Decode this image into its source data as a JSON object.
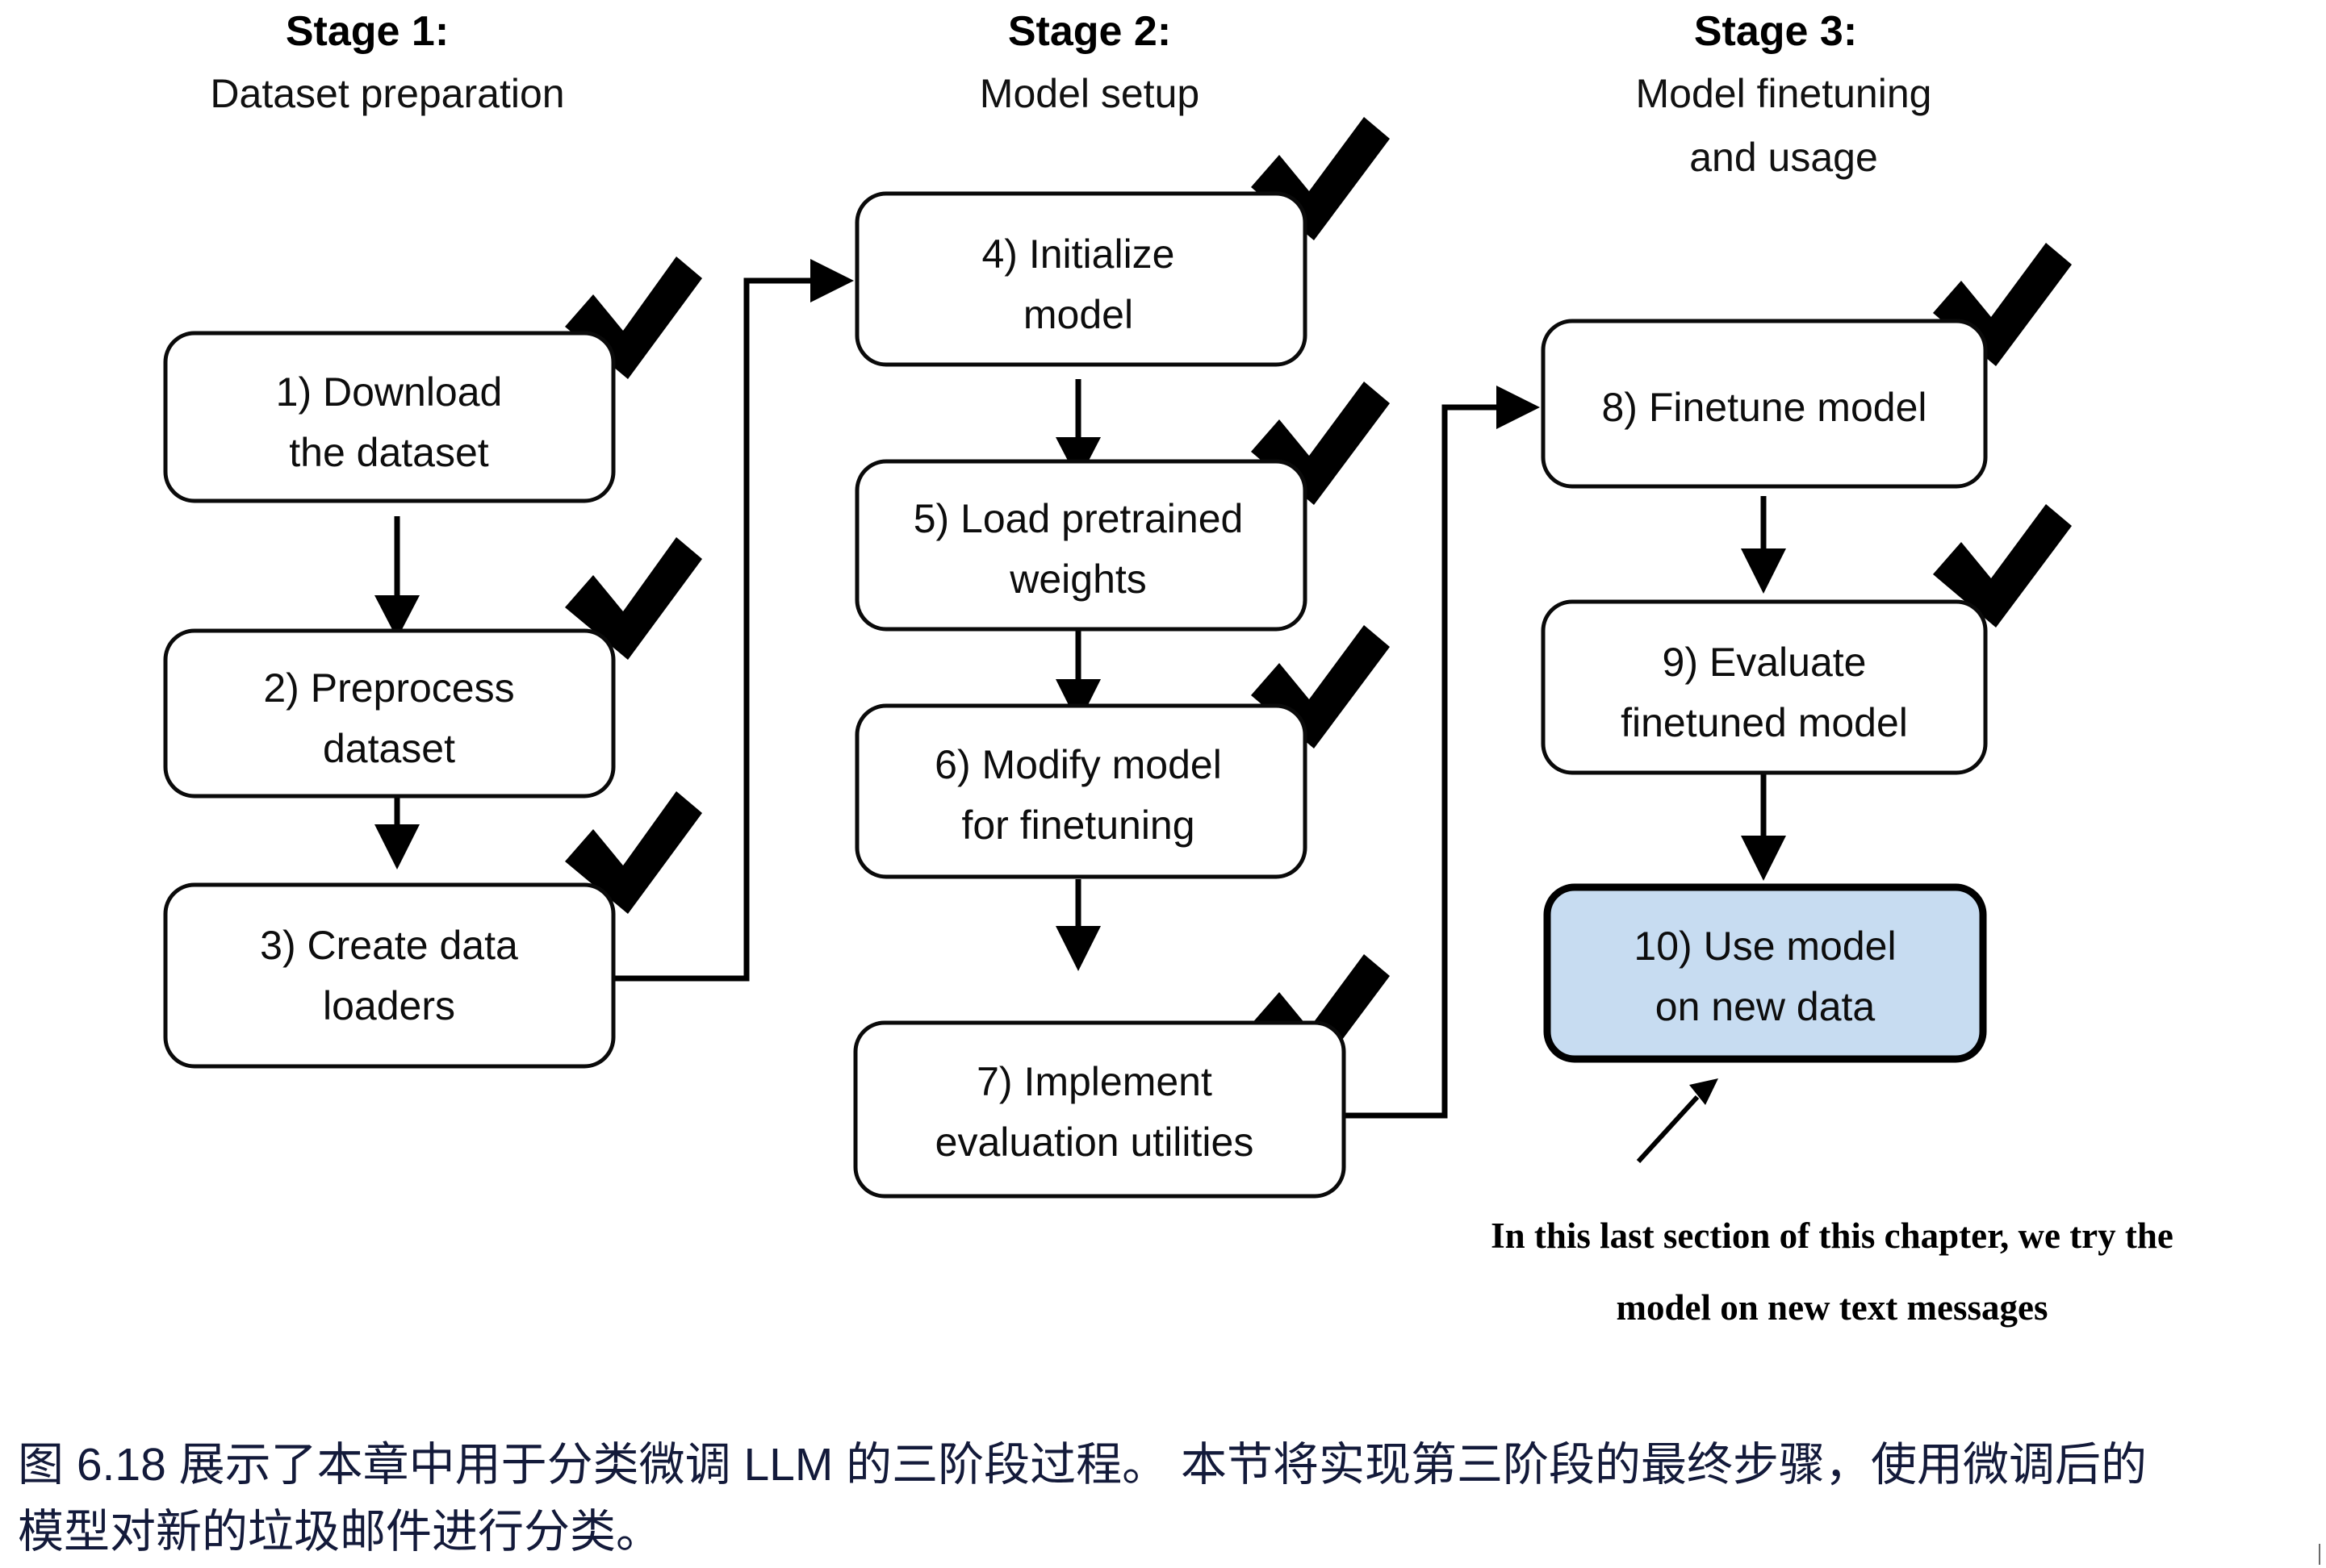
{
  "figure": {
    "stages": [
      {
        "id": "stage-1",
        "title": "Stage 1:",
        "subtitle": "Dataset preparation",
        "steps": [
          {
            "num": "1)",
            "lines": [
              "1) Download",
              "the dataset"
            ],
            "checked": true
          },
          {
            "num": "2)",
            "lines": [
              "2) Preprocess",
              "dataset"
            ],
            "checked": true
          },
          {
            "num": "3)",
            "lines": [
              "3) Create data",
              "loaders"
            ],
            "checked": true
          }
        ]
      },
      {
        "id": "stage-2",
        "title": "Stage 2:",
        "subtitle": "Model setup",
        "steps": [
          {
            "num": "4)",
            "lines": [
              "4) Initialize",
              "model"
            ],
            "checked": true
          },
          {
            "num": "5)",
            "lines": [
              "5) Load pretrained",
              "weights"
            ],
            "checked": true
          },
          {
            "num": "6)",
            "lines": [
              "6) Modify model",
              "for finetuning"
            ],
            "checked": true
          },
          {
            "num": "7)",
            "lines": [
              "7) Implement",
              "evaluation utilities"
            ],
            "checked": true
          }
        ]
      },
      {
        "id": "stage-3",
        "title": "Stage 3:",
        "subtitle_line1": "Model finetuning",
        "subtitle_line2": "and usage",
        "steps": [
          {
            "num": "8)",
            "lines": [
              "8) Finetune model"
            ],
            "checked": true
          },
          {
            "num": "9)",
            "lines": [
              "9) Evaluate",
              "finetuned model"
            ],
            "checked": true
          },
          {
            "num": "10)",
            "lines": [
              "10) Use model",
              "on new data"
            ],
            "checked": false,
            "highlighted": true
          }
        ]
      }
    ],
    "annotation": {
      "line1": "In this last section of this chapter, we try the",
      "line2": "model on new text messages"
    },
    "colors": {
      "highlight_fill": "#c7dcf1",
      "stroke": "#000000",
      "caption_text": "#131a3a"
    }
  },
  "caption": {
    "line1": "图 6.18 展示了本章中用于分类微调 LLM 的三阶段过程。 本节将实现第三阶段的最终步骤，使用微调后的",
    "line2": "模型对新的垃圾邮件进行分类。"
  }
}
